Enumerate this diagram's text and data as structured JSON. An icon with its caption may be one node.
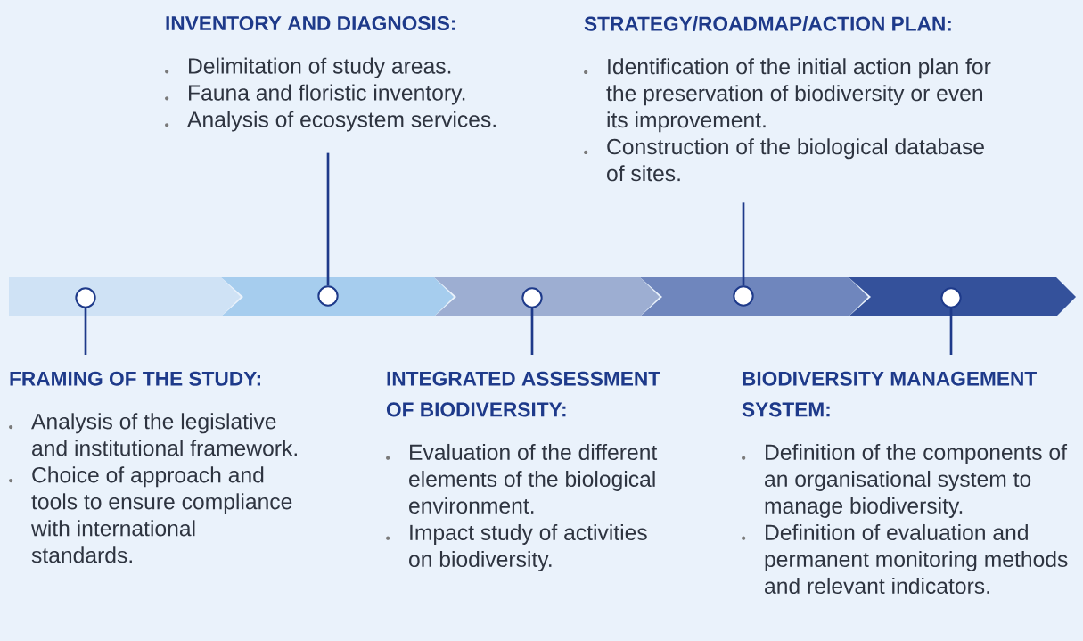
{
  "diagram": {
    "nodes": [
      {
        "text": [
          "FRAMING OF THE STUDY:",
          "Analysis of the legislative and institutional framework.",
          "Choice of approach and tools to ensure compliance with international standards."
        ]
      },
      {
        "text": [
          "INVENTORY AND DIAGNOSIS:",
          "Delimitation of study areas.",
          "Fauna and floristic inventory.",
          "Analysis of ecosystem services."
        ]
      },
      {
        "text": [
          "INTEGRATED ASSESSMENT OF BIODIVERSITY:",
          "Evaluation of the different elements of the biological environment.",
          "Impact study of activities on biodiversity."
        ]
      },
      {
        "text": [
          "STRATEGY/ROADMAP/ACTION PLAN:",
          "Identification of the initial action plan for the preservation of biodiversity or even its improvement.",
          "Construction of the biological database of sites."
        ]
      },
      {
        "text": [
          "BIODIVERSITY MANAGEMENT SYSTEM:",
          "Definition of the components of an organisational system to manage biodiversity.",
          "Definition of evaluation and permanent monitoring methods and relevant indicators."
        ]
      },
      {
        "text": [],
        "shape": "circle"
      },
      {
        "text": [],
        "shape": "circle"
      },
      {
        "text": [],
        "shape": "circle"
      },
      {
        "text": [],
        "shape": "circle"
      },
      {
        "text": [],
        "shape": "circle"
      }
    ],
    "edges": [
      {
        "from": 5,
        "to": 0,
        "arrow": "none"
      },
      {
        "from": 6,
        "to": 1,
        "arrow": "none"
      },
      {
        "from": 7,
        "to": 2,
        "arrow": "none"
      },
      {
        "from": 8,
        "to": 3,
        "arrow": "none"
      },
      {
        "from": 9,
        "to": 4,
        "arrow": "none"
      }
    ]
  }
}
